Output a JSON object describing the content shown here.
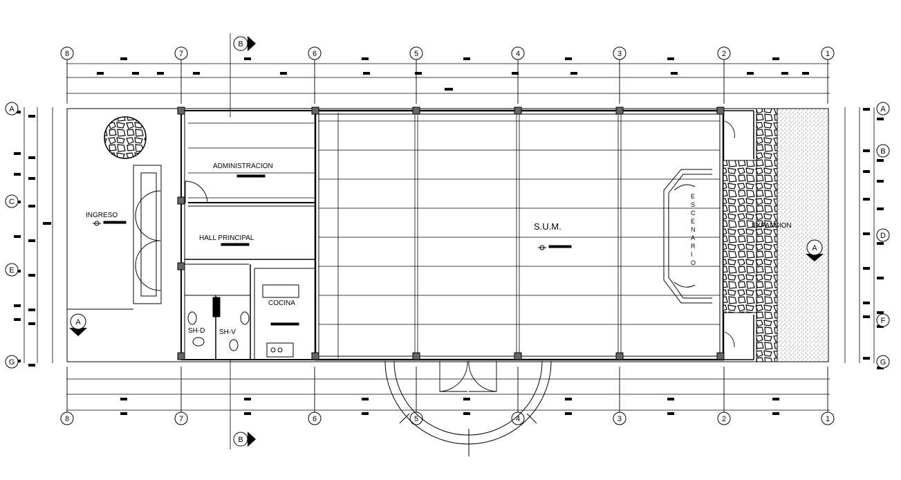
{
  "plan": {
    "columns_top": [
      "8",
      "7",
      "6",
      "5",
      "4",
      "3",
      "2",
      "1"
    ],
    "rows_left": [
      "A",
      "C",
      "E",
      "G"
    ],
    "rows_right": [
      "A",
      "B",
      "D",
      "F",
      "G"
    ],
    "section_b": "B",
    "section_a": "A",
    "rooms": {
      "administracion": "ADMINISTRACION",
      "ingreso": "INGRESO",
      "hall": "HALL PRINCIPAL",
      "cocina": "COCINA",
      "shd": "SH-D",
      "shv": "SH-V",
      "sum": "S.U.M.",
      "expansion": "EXPANSION"
    },
    "escenario_letters": [
      "E",
      "S",
      "C",
      "E",
      "N",
      "A",
      "R",
      "I",
      "O"
    ]
  }
}
